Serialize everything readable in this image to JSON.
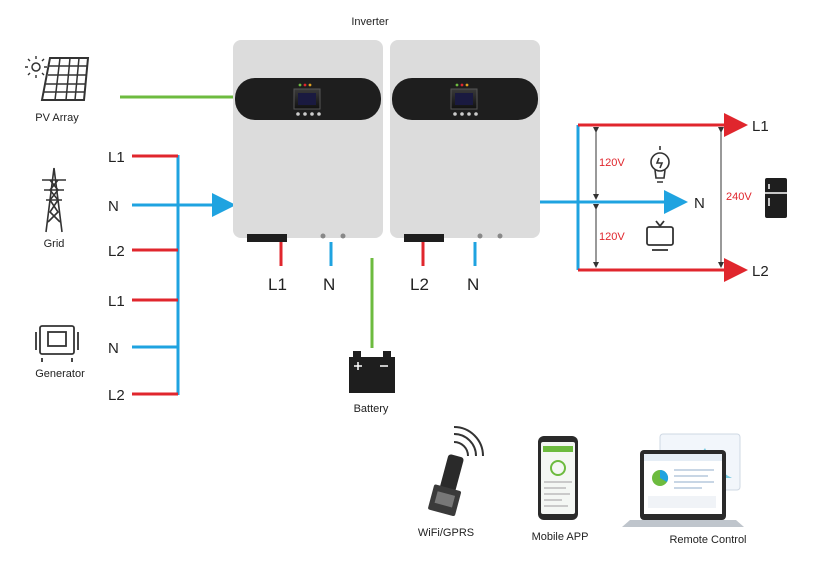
{
  "inverter_label": "Inverter",
  "pv_label": "PV Array",
  "grid_label": "Grid",
  "generator_label": "Generator",
  "battery_label": "Battery",
  "grid_lines": [
    "L1",
    "N",
    "L2"
  ],
  "generator_lines": [
    "L1",
    "N",
    "L2"
  ],
  "inverter1_outputs": [
    "L1",
    "N"
  ],
  "inverter2_outputs": [
    "L2",
    "N"
  ],
  "load_lines": {
    "l1": "L1",
    "n": "N",
    "l2": "L2"
  },
  "voltages": {
    "upper": "120V",
    "lower": "120V",
    "split": "240V"
  },
  "monitoring": {
    "wifi": "WiFi/GPRS",
    "app": "Mobile APP",
    "remote": "Remote Control"
  },
  "colors": {
    "hot": "#e0262d",
    "neutral": "#1fa3e0",
    "pv": "#6dbb3f",
    "battery": "#6dbb3f",
    "inverter_body": "#dcdcdc",
    "panel": "#1e1e1e"
  }
}
